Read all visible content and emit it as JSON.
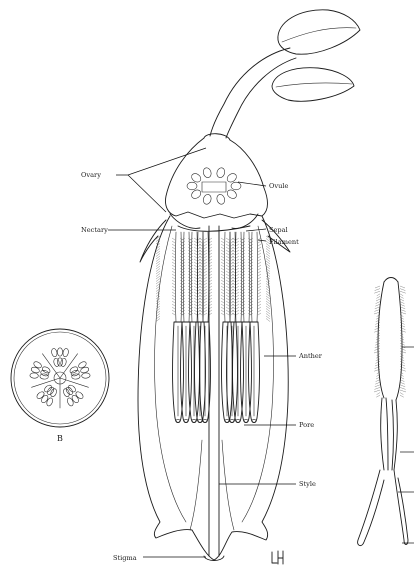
{
  "labels": {
    "ovary": "Ovary",
    "ovule": "Ovule",
    "nectary": "Nectary",
    "sepal": "Sepal",
    "filament": "Filament",
    "anther": "Anther",
    "pore": "Pore",
    "style": "Style",
    "stigma": "Stigma",
    "section_b": "B",
    "signature": "LH"
  }
}
